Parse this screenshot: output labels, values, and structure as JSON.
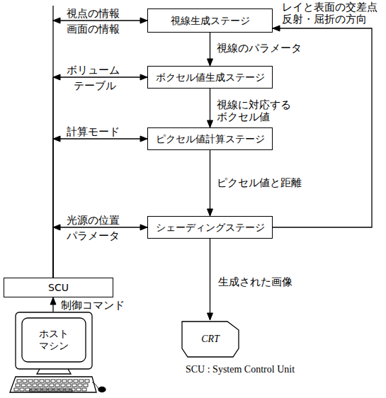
{
  "diagram": {
    "nodes": [
      {
        "text": [
          "視線生成ステージ"
        ]
      },
      {
        "text": [
          "ボクセル値生成ステージ"
        ]
      },
      {
        "text": [
          "ピクセル値計算ステージ"
        ]
      },
      {
        "text": [
          "シェーディングステージ"
        ]
      },
      {
        "text": [
          "SCU"
        ]
      },
      {
        "text": [
          "ホスト マシン"
        ]
      },
      {
        "text": [
          "CRT"
        ]
      }
    ],
    "edges": [
      {
        "from": 4,
        "to": 0,
        "arrow": "both",
        "label": "視点の情報"
      },
      {
        "from": 0,
        "to": 1,
        "arrow": "to",
        "label": "視線のパラメータ"
      },
      {
        "from": 4,
        "to": 1,
        "arrow": "both",
        "label": "ボリューム"
      },
      {
        "from": 1,
        "to": 2,
        "arrow": "to",
        "label": "視線に対応する ボクセル値"
      },
      {
        "from": 4,
        "to": 2,
        "arrow": "both",
        "label": "計算モード"
      },
      {
        "from": 2,
        "to": 3,
        "arrow": "to",
        "label": "ピクセル値と距離"
      },
      {
        "from": 4,
        "to": 3,
        "arrow": "both",
        "label": "光源の位置"
      },
      {
        "from": 3,
        "to": 0,
        "arrow": "to",
        "label": "レイと表面の交差点 反射・屈折の方向"
      },
      {
        "from": 3,
        "to": 6,
        "arrow": "to",
        "label": "生成された画像"
      },
      {
        "from": 5,
        "to": 4,
        "arrow": "to",
        "label": "制御コマンド"
      }
    ],
    "labels": [
      "画面の情報",
      "テーブル",
      "パラメータ",
      "SCU : System Control Unit"
    ]
  }
}
